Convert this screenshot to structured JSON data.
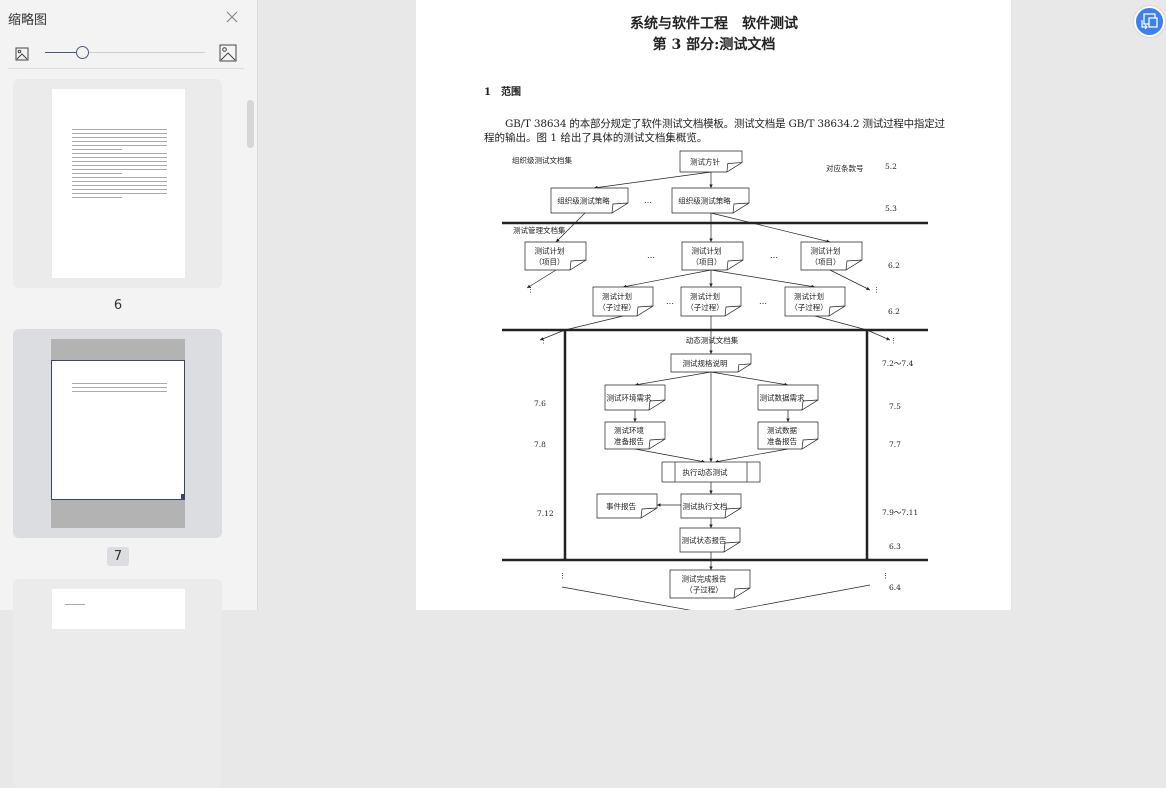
{
  "sidebar": {
    "title": "缩略图",
    "close_icon": "close-icon",
    "thumb_size_slider": {
      "value_percent": 23
    },
    "pages": [
      {
        "label": "6",
        "selected": false
      },
      {
        "label": "7",
        "selected": true
      }
    ]
  },
  "floating_button": {
    "icon": "sync-to-thumbnail-icon",
    "color": "#3b7ff0"
  },
  "document": {
    "title_line1": "系统与软件工程　软件测试",
    "title_line2": "第 3 部分:测试文档",
    "section_heading": "1　范围",
    "para_line1": "GB/T 38634 的本部分规定了软件测试文档模板。测试文档是 GB/T 38634.2 测试过程中指定过",
    "para_line2": "程的输出。图 1 给出了具体的测试文档集概览。",
    "figure": {
      "labels": {
        "org_set": "组织级测试文档集",
        "mgmt_set": "测试管理文档集",
        "dyn_set": "动态测试文档集",
        "clause_header": "对应条款号",
        "ellipsis": "…"
      },
      "boxes": {
        "policy": [
          "测试方针"
        ],
        "strategy1": [
          "组织级测试策略"
        ],
        "strategy2": [
          "组织级测试策略"
        ],
        "plan_p1": [
          "测试计划",
          "（项目）"
        ],
        "plan_p2": [
          "测试计划",
          "（项目）"
        ],
        "plan_p3": [
          "测试计划",
          "（项目）"
        ],
        "plan_s1": [
          "测试计划",
          "（子过程）"
        ],
        "plan_s2": [
          "测试计划",
          "（子过程）"
        ],
        "plan_s3": [
          "测试计划",
          "（子过程）"
        ],
        "spec": [
          "测试规格说明"
        ],
        "env_req": [
          "测试环境需求"
        ],
        "data_req": [
          "测试数据需求"
        ],
        "env_rep": [
          "测试环境",
          "准备报告"
        ],
        "data_rep": [
          "测试数据",
          "准备报告"
        ],
        "exec": [
          "执行动态测试"
        ],
        "incident": [
          "事件报告"
        ],
        "exec_doc": [
          "测试执行文档"
        ],
        "status": [
          "测试状态报告"
        ],
        "completion": [
          "测试完成报告",
          "（子过程）"
        ]
      },
      "clauses": {
        "c52": "5.2",
        "c53": "5.3",
        "c62a": "6.2",
        "c62b": "6.2",
        "c72": "7.2～7.4",
        "c76": "7.6",
        "c75": "7.5",
        "c78": "7.8",
        "c77": "7.7",
        "c712": "7.12",
        "c79": "7.9～7.11",
        "c63": "6.3",
        "c64": "6.4"
      }
    }
  }
}
